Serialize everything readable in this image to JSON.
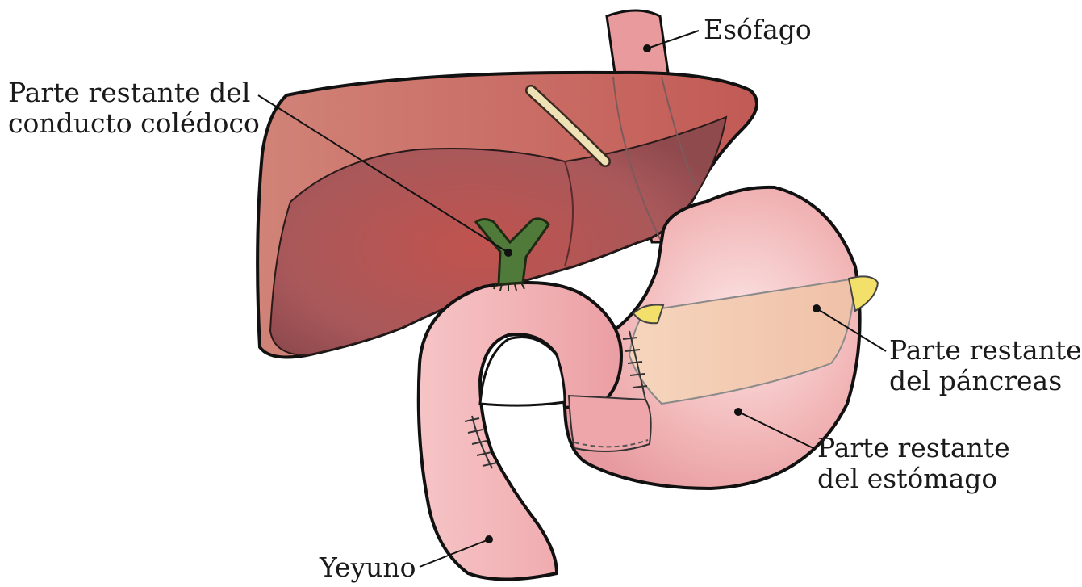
{
  "labels": {
    "esophagus": "Esófago",
    "bile_duct": [
      "Parte restante del",
      "conducto colédoco"
    ],
    "pancreas": [
      "Parte restante",
      "del páncreas"
    ],
    "stomach": [
      "Parte restante",
      "del estómago"
    ],
    "jejunum": "Yeyuno"
  },
  "colors": {
    "liver": "#b5605f",
    "liver_light": "#d88a82",
    "stomach": "#f0b4b6",
    "intestine": "#f2b8bc",
    "pancreas": "#f3cdb0",
    "bile_duct": "#4f7a3a",
    "gallbladder_remnant": "#ede0a0",
    "outline": "#111111"
  }
}
